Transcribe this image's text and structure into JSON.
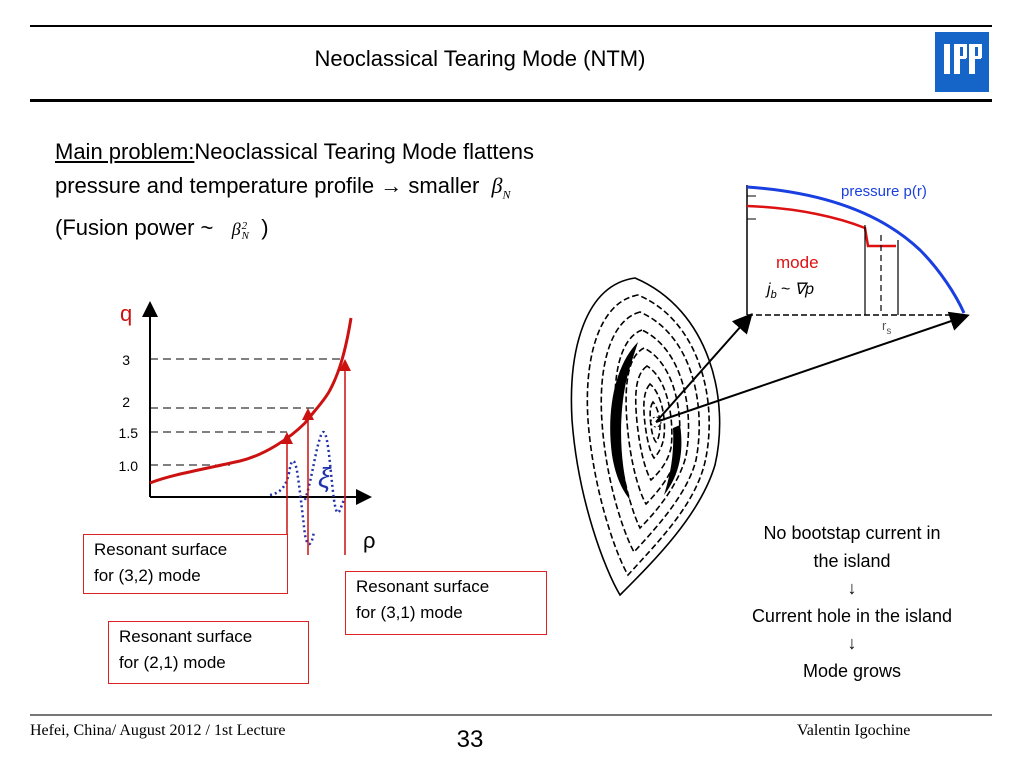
{
  "header": {
    "title": "Neoclassical Tearing Mode (NTM)",
    "logo_text": "IPP"
  },
  "problem": {
    "label": "Main problem:",
    "line1_rest": "Neoclassical Tearing Mode flattens",
    "line2": "pressure and temperature profile → smaller",
    "beta": "β",
    "sub_n": "N",
    "sup_2": "2",
    "line3_start": "(Fusion power ~",
    "line3_end": ")"
  },
  "q_plot": {
    "y_axis_label": "q",
    "x_axis_label": "ρ",
    "ticks": [
      "3",
      "2",
      "1.5",
      "1.0"
    ],
    "xi_symbol": "ξ",
    "colors": {
      "profile": "#cc1111",
      "perturbation": "#2233aa"
    }
  },
  "boxes": {
    "mode_32": [
      "Resonant surface",
      "for (3,2) mode"
    ],
    "mode_31": [
      "Resonant surface",
      "for (3,1) mode"
    ],
    "mode_21": [
      "Resonant surface",
      "for (2,1) mode"
    ]
  },
  "pressure_plot": {
    "pressure_label": "pressure p(r)",
    "mode_label": "mode",
    "rs_label": "r",
    "rs_sub": "s",
    "jb": "j",
    "jb_sub": "b",
    "jb_rel": "~ ∇p",
    "colors": {
      "pressure": "#1a3fe0",
      "mode": "#dd1111"
    }
  },
  "notes": {
    "line1": "No bootstap current in",
    "line2": "the island",
    "arrow1": "↓",
    "line3": "Current hole in the island",
    "arrow2": "↓",
    "line4": "Mode grows"
  },
  "footer": {
    "left": "Hefei, China/ August 2012 / 1st Lecture",
    "page": "33",
    "right": "Valentin Igochine"
  }
}
